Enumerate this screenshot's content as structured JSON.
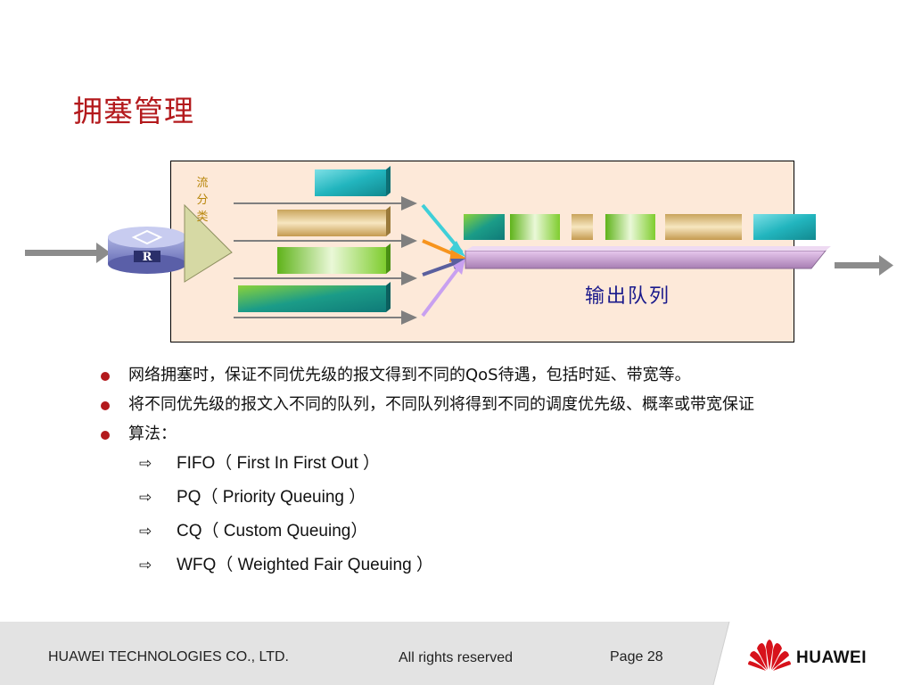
{
  "slide": {
    "title": "拥塞管理"
  },
  "diagram": {
    "classify_label": "流\n分\n类",
    "router_label": "R",
    "queue_label": "输出队列"
  },
  "bullets": [
    {
      "text": "网络拥塞时，保证不同优先级的报文得到不同的QoS待遇，包括时延、带宽等。"
    },
    {
      "text": "将不同优先级的报文入不同的队列，不同队列将得到不同的调度优先级、概率或带宽保证"
    },
    {
      "text": "算法："
    }
  ],
  "algorithms": [
    {
      "text": "FIFO（ First In First Out ）"
    },
    {
      "text": "PQ（ Priority Queuing ）"
    },
    {
      "text": "CQ（ Custom Queuing）"
    },
    {
      "text": "WFQ（ Weighted Fair Queuing ）"
    }
  ],
  "footer": {
    "company": "HUAWEI TECHNOLOGIES CO., LTD.",
    "rights": "All rights reserved",
    "page": "Page 28",
    "brand": "HUAWEI"
  },
  "colors": {
    "title": "#b3191c",
    "diagram_bg": "#fde9d9",
    "bullet_dot": "#b3191c",
    "queue_bar": "#c89bd0",
    "footer_bg": "#e3e3e3"
  }
}
